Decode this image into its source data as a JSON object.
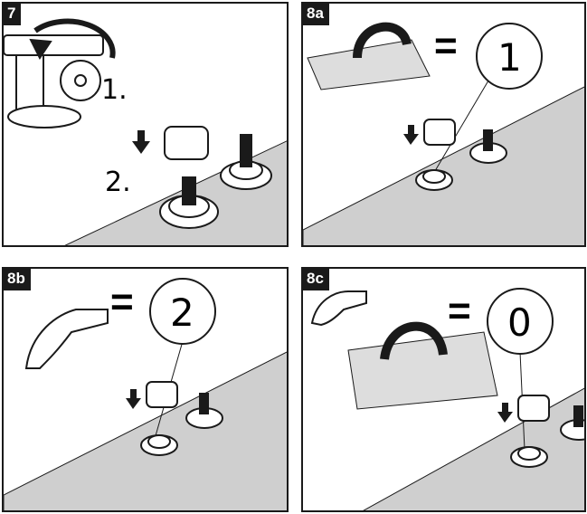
{
  "steps": [
    {
      "label": "7",
      "step1": "1.",
      "step2": "2."
    },
    {
      "label": "8a",
      "equals": "=",
      "position": "1"
    },
    {
      "label": "8b",
      "equals": "=",
      "position": "2"
    },
    {
      "label": "8c",
      "equals": "=",
      "position": "0"
    }
  ],
  "colors": {
    "surface": "#cfcfcf",
    "line": "#1a1a1a",
    "tag_bg": "#1a1a1a"
  }
}
